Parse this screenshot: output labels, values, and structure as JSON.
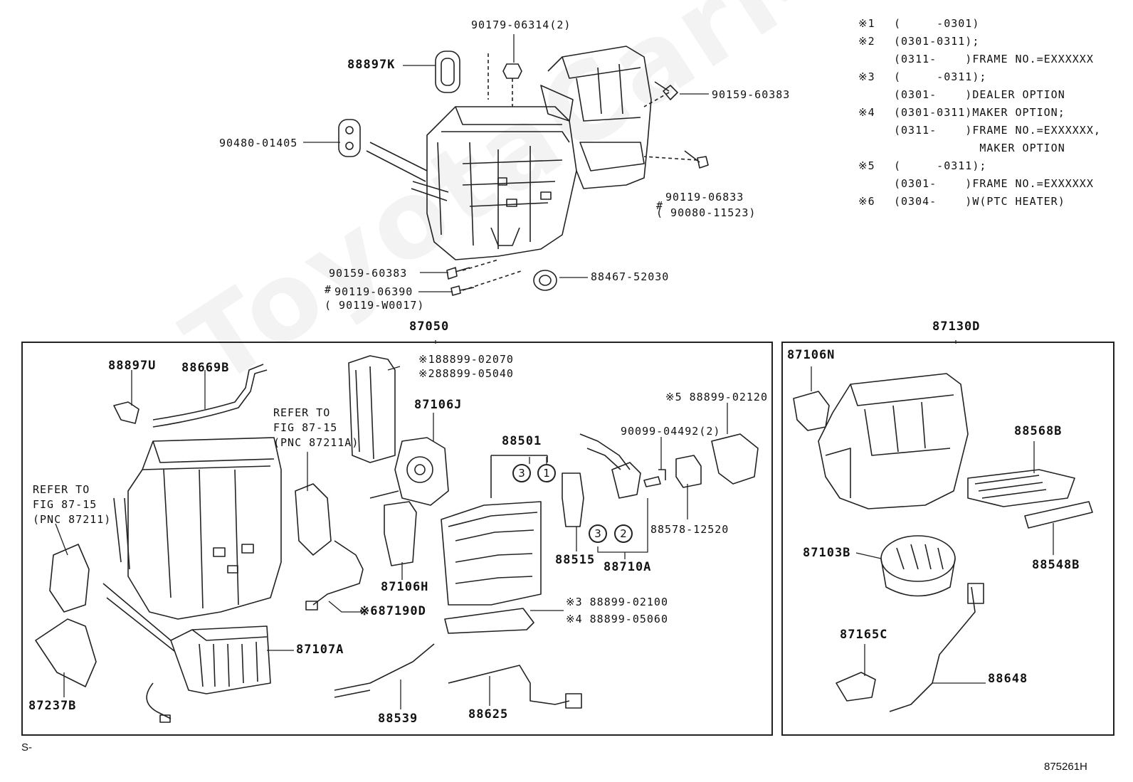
{
  "watermark": "ToyotaCarMine.ru",
  "notes": [
    {
      "mark": "※1",
      "text": "(     -0301)"
    },
    {
      "mark": "※2",
      "text": "(0301-0311);"
    },
    {
      "mark": "",
      "text": "(0311-    )FRAME NO.=EXXXXXX"
    },
    {
      "mark": "※3",
      "text": "(     -0311);"
    },
    {
      "mark": "",
      "text": "(0301-    )DEALER OPTION"
    },
    {
      "mark": "※4",
      "text": "(0301-0311)MAKER OPTION;"
    },
    {
      "mark": "",
      "text": "(0311-    )FRAME NO.=EXXXXXX,"
    },
    {
      "mark": "",
      "text": "            MAKER OPTION"
    },
    {
      "mark": "※5",
      "text": "(     -0311);"
    },
    {
      "mark": "",
      "text": "(0301-    )FRAME NO.=EXXXXXX"
    },
    {
      "mark": "※6",
      "text": "(0304-    )W(PTC HEATER)"
    }
  ],
  "top_labels": {
    "p90179": "90179-06314(2)",
    "p88897K": "88897K",
    "p90159a": "90159-60383",
    "p90480": "90480-01405",
    "p90119_06833": "90119-06833",
    "p90080": "( 90080-11523)",
    "hash1": "#",
    "p90159b": "90159-60383",
    "hash2": "#",
    "p90119_06390": "90119-06390",
    "p90119_W0017": "( 90119-W0017)",
    "p88467": "88467-52030"
  },
  "box_left": {
    "title": "87050",
    "p88897U": "88897U",
    "p88669B": "88669B",
    "ref1_line1": "REFER TO",
    "ref1_line2": "FIG 87-15",
    "ref1_line3": "(PNC 87211A)",
    "ref2_line1": "REFER TO",
    "ref2_line2": "FIG 87-15",
    "ref2_line3": "(PNC 87211)",
    "s1": "※188899-02070",
    "s2": "※288899-05040",
    "p87106J": "87106J",
    "p88501": "88501",
    "s5": "※5 88899-02120",
    "p90099": "90099-04492(2)",
    "p88578": "88578-12520",
    "p88515": "88515",
    "p88710A": "88710A",
    "p87106H": "87106H",
    "s6": "※687190D",
    "s3": "※3 88899-02100",
    "s4": "※4 88899-05060",
    "p87107A": "87107A",
    "p87237B": "87237B",
    "p88539": "88539",
    "p88625": "88625",
    "c1": "1",
    "c2": "2",
    "c3a": "3",
    "c3b": "3"
  },
  "box_right": {
    "title": "87130D",
    "p87106N": "87106N",
    "p88568B": "88568B",
    "p87103B": "87103B",
    "p88548B": "88548B",
    "p87165C": "87165C",
    "p88648": "88648"
  },
  "footer": {
    "left": "S-",
    "right": "875261H"
  }
}
